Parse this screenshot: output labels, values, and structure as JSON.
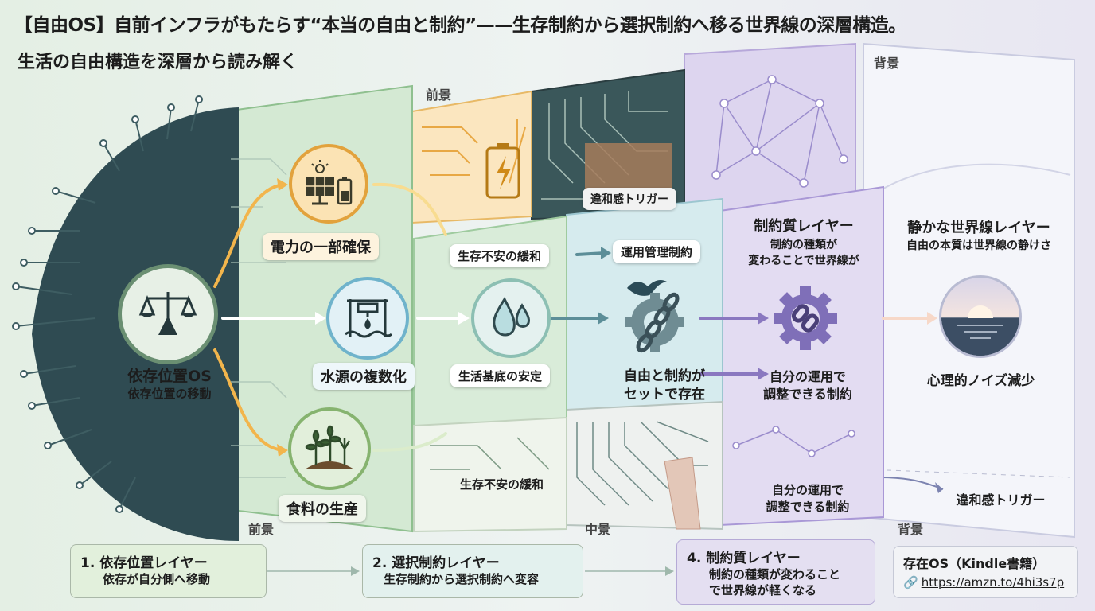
{
  "title_line1": "【自由OS】自前インフラがもたらす“本当の自由と制約”——生存制約から選択制約へ移る世界線の深層構造。",
  "title_line2": "生活の自由構造を深層から読み解く",
  "layer_labels": {
    "fg_top": "前景",
    "bg_top": "背景",
    "fg_bottom": "前景",
    "mid_bottom": "中景",
    "bg_bottom": "背景"
  },
  "hub": {
    "title": "依存位置OS",
    "subtitle": "依存位置の移動",
    "icon": "scales-icon"
  },
  "nodes": {
    "power": {
      "label": "電力の一部確保",
      "icon": "solar-battery-icon"
    },
    "water": {
      "label": "水源の複数化",
      "icon": "water-well-icon"
    },
    "food": {
      "label": "食料の生産",
      "icon": "sprout-icon"
    }
  },
  "middle": {
    "relief_top": "生存不安の緩和",
    "stability": "生活基底の安定",
    "relief_bottom": "生存不安の緩和",
    "drop_icon": "water-drop-icon"
  },
  "ops_layer": {
    "label": "運用管理制約",
    "caption_line1": "自由と制約が",
    "caption_line2": "セットで存在",
    "icon": "gear-chain-bird-icon"
  },
  "discomfort_top": "違和感トリガー",
  "quality_layer": {
    "title": "制約質レイヤー",
    "sub_line1": "制約の種類が",
    "sub_line2": "変わることで世界線が",
    "caption_line1": "自分の運用で",
    "caption_line2": "調整できる制約",
    "bottom_line1": "自分の運用で",
    "bottom_line2": "調整できる制約",
    "icon": "gear-link-icon"
  },
  "quiet_layer": {
    "title": "静かな世界線レイヤー",
    "subtitle": "自由の本質は世界線の静けさ",
    "caption": "心理的ノイズ減少",
    "discomfort": "違和感トリガー",
    "icon": "sunset-icon"
  },
  "steps": [
    {
      "title": "1. 依存位置レイヤー",
      "desc": "依存が自分側へ移動"
    },
    {
      "title": "2. 選択制約レイヤー",
      "desc": "生存制約から選択制約へ変容"
    },
    {
      "title": "4. 制約質レイヤー",
      "desc_line1": "制約の種類が変わること",
      "desc_line2": "で世界線が軽くなる"
    }
  ],
  "book": {
    "title": "存在OS（Kindle書籍）",
    "link": "https://amzn.to/4hi3s7p",
    "icon": "link-icon"
  },
  "colors": {
    "green": "#7fb87f",
    "orange": "#f0a030",
    "blue": "#6fb8d8",
    "purple": "#8a78c0",
    "dark": "#2e4a4e"
  }
}
